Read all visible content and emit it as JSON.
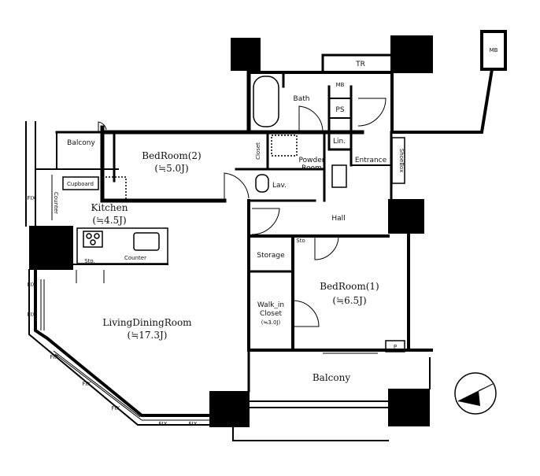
{
  "rooms": {
    "bedroom2": {
      "name": "BedRoom(2)",
      "size": "(≒5.0J)"
    },
    "bedroom1": {
      "name": "BedRoom(1)",
      "size": "(≒6.5J)"
    },
    "kitchen": {
      "name": "Kitchen",
      "size": "(≒4.5J)"
    },
    "ldk": {
      "name": "LivingDiningRoom",
      "size": "(≒17.3J)"
    },
    "walkin": {
      "line1": "Walk_in",
      "line2": "Closet",
      "size": "(≒3.0J)"
    },
    "bath": "Bath",
    "powder": {
      "line1": "Powder",
      "line2": "Room"
    },
    "lav": "Lav.",
    "hall": "Hall",
    "entrance": "Entrance",
    "storage": "Storage",
    "balcony_main": "Balcony",
    "balcony_small": "Balcony"
  },
  "fixtures": {
    "tr": "TR",
    "mb_top": "MB",
    "mb_mid": "MB",
    "ps": "PS",
    "lin": "Lin.",
    "closet": "Closet",
    "shoebox": "ShoeBox",
    "cupboard": "Cupboard",
    "counter_v": "Counter",
    "counter_h": "Counter",
    "sto_kitchen": "Sto.",
    "sto_hall": "Sto",
    "p": "P"
  },
  "windows": {
    "fix": "FIX"
  }
}
